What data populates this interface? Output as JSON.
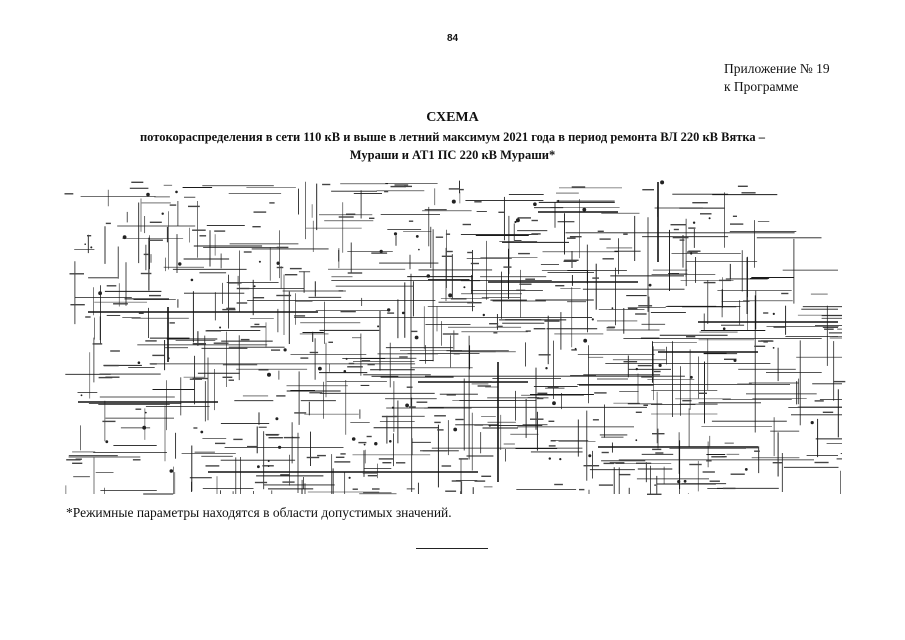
{
  "page_number": "84",
  "appendix": {
    "line1": "Приложение № 19",
    "line2": "к Программе"
  },
  "title": "СХЕМА",
  "subtitle": {
    "line1": "потокораспределения в сети 110 кВ и выше в летний максимум 2021 года в период ремонта ВЛ 220 кВ Вятка –",
    "line2": "Мураши и АТ1 ПС 220 кВ Мураши*"
  },
  "diagram": {
    "ink_color": "#1a1a1a"
  },
  "footnote": "*Режимные параметры находятся в области допустимых значений."
}
